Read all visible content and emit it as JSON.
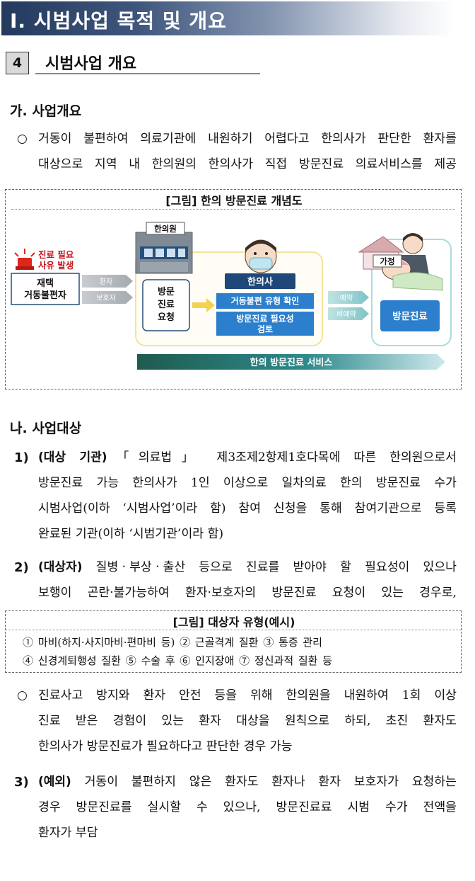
{
  "chapter": {
    "title": "Ⅰ. 시범사업 목적 및 개요"
  },
  "section": {
    "number": "4",
    "title": "시범사업 개요"
  },
  "part_a": {
    "heading": "가. 사업개요",
    "bullet": "○",
    "lines": [
      "거동이 불편하여 의료기관에 내원하기 어렵다고 한의사가 판단한 환자를",
      "대상으로 지역 내 한의원의 한의사가 직접 방문진료 의료서비스를 제공"
    ]
  },
  "figure1": {
    "caption": "[그림] 한의 방문진료 개념도",
    "alert": [
      "진료 필요",
      "사유 발생"
    ],
    "patient": [
      "재택",
      "거동불편자"
    ],
    "requester_patient": "환자",
    "requester_guardian": "보호자",
    "clinic_label": "한의원",
    "request": [
      "방문",
      "진료",
      "요청"
    ],
    "doctor": "한의사",
    "step1": "거동불편 유형 확인",
    "step2": [
      "방문진료 필요성",
      "검토"
    ],
    "reserved": "예약",
    "unreserved": "비예약",
    "home_label": "가정",
    "visit": "방문진료",
    "service_bar": "한의 방문진료 서비스"
  },
  "part_b": {
    "heading": "나. 사업대상",
    "item1": {
      "num": "1)",
      "label": "(대상 기관)",
      "lines": [
        "「의료법」 제3조제2항제1호다목에 따른 한의원으로서",
        "방문진료 가능 한의사가 1인 이상으로 일차의료 한의 방문진료 수가",
        "시범사업(이하 ‘시범사업’이라 함) 참여 신청을 통해 참여기관으로 등록",
        "완료된 기관(이하 ‘시범기관’이라 함)"
      ]
    },
    "item2": {
      "num": "2)",
      "label": "(대상자)",
      "lines": [
        "질병ㆍ부상ㆍ출산 등으로 진료를 받아야 할 필요성이 있으나",
        "보행이 곤란·불가능하여 환자·보호자의 방문진료 요청이 있는 경우로,"
      ]
    },
    "figure2": {
      "caption": "[그림] 대상자 유형(예시)",
      "row1": "① 마비(하지·사지마비·편마비 등)  ② 근골격계 질환  ③ 통증 관리",
      "row2": "④ 신경계퇴행성 질환 ⑤ 수술 후 ⑥ 인지장애 ⑦ 정신과적 질환 등"
    },
    "bullet2": {
      "symbol": "○",
      "lines": [
        "진료사고 방지와 환자 안전 등을 위해 한의원을 내원하여 1회 이상",
        "진료 받은 경험이 있는 환자 대상을 원칙으로 하되, 초진 환자도",
        "한의사가 방문진료가 필요하다고 판단한 경우 가능"
      ]
    },
    "item3": {
      "num": "3)",
      "label": "(예외)",
      "lines": [
        "거동이 불편하지 않은 환자도 환자나 환자 보호자가 요청하는",
        "경우 방문진료를 실시할 수 있으나, 방문진료료 시범 수가 전액을",
        "환자가 부담"
      ]
    }
  }
}
